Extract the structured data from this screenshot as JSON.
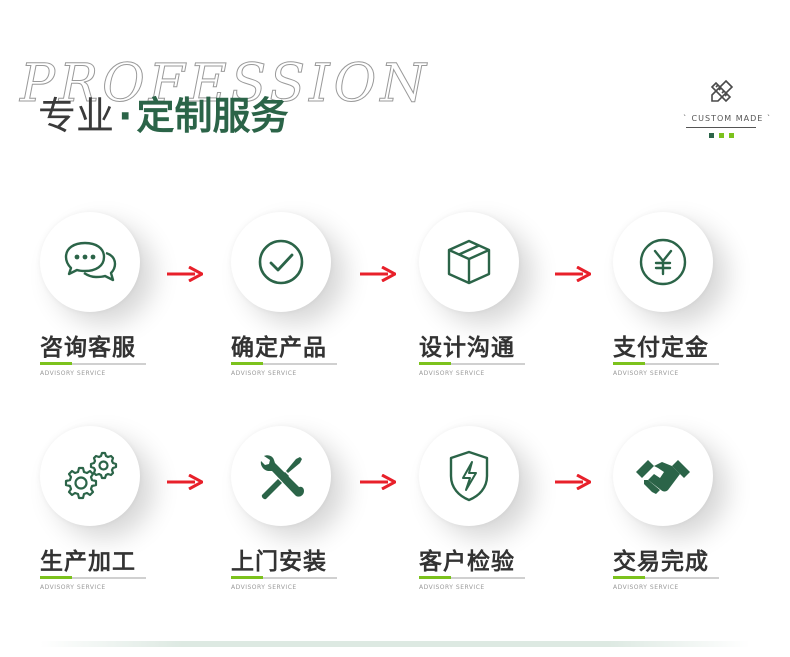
{
  "header": {
    "watermark": "PROFESSION",
    "title_part1": "专业",
    "title_dot": "·",
    "title_part2": "定制服务",
    "badge_text": "` CUSTOM MADE `"
  },
  "colors": {
    "brand_green": "#2b6448",
    "accent_lime": "#7cc21d",
    "arrow_red": "#e8202a"
  },
  "steps": [
    {
      "label": "咨询客服",
      "sub": "ADVISORY SERVICE",
      "icon": "chat-bubbles-icon"
    },
    {
      "label": "确定产品",
      "sub": "ADVISORY SERVICE",
      "icon": "check-circle-icon"
    },
    {
      "label": "设计沟通",
      "sub": "ADVISORY SERVICE",
      "icon": "box-3d-icon"
    },
    {
      "label": "支付定金",
      "sub": "ADVISORY SERVICE",
      "icon": "yen-coin-icon"
    },
    {
      "label": "生产加工",
      "sub": "ADVISORY SERVICE",
      "icon": "gears-icon"
    },
    {
      "label": "上门安装",
      "sub": "ADVISORY SERVICE",
      "icon": "wrench-screwdriver-icon"
    },
    {
      "label": "客户检验",
      "sub": "ADVISORY SERVICE",
      "icon": "shield-lightning-icon"
    },
    {
      "label": "交易完成",
      "sub": "ADVISORY SERVICE",
      "icon": "handshake-icon"
    }
  ]
}
